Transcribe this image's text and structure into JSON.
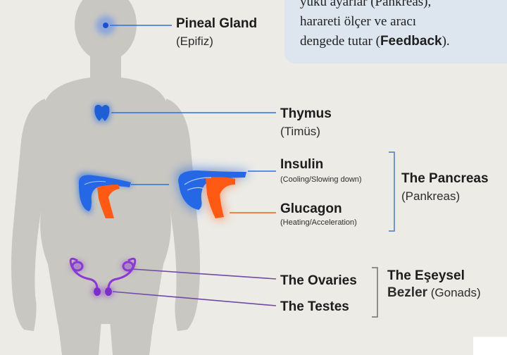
{
  "note": {
    "line1": "yükü ayarlar (Pankreas),",
    "line2": "harareti ölçer ve aracı",
    "line3_prefix": "dengede tutar (",
    "line3_bold": "Feedback",
    "line3_suffix": ")."
  },
  "pineal": {
    "name": "Pineal Gland",
    "sub": "(Epifiz)"
  },
  "thymus": {
    "name": "Thymus",
    "sub": "(Timüs)"
  },
  "insulin": {
    "name": "Insulin",
    "desc": "(Cooling/Slowing down)"
  },
  "glucagon": {
    "name": "Glucagon",
    "desc": "(Heating/Acceleration)"
  },
  "pancreas": {
    "name": "The Pancreas",
    "sub": "(Pankreas)"
  },
  "ovaries": {
    "name": "The Ovaries"
  },
  "testes": {
    "name": "The Testes"
  },
  "gonads": {
    "line1": "The Eşeysel",
    "line2_bold": "Bezler",
    "line2_rest": " (Gonads)"
  },
  "colors": {
    "blue": "#2c6fe0",
    "orange": "#ff5a14",
    "purple": "#8a3ad0",
    "silhouette": "#c9c7c2",
    "background": "#ecebe6",
    "note_bg": "#dde6ef"
  }
}
